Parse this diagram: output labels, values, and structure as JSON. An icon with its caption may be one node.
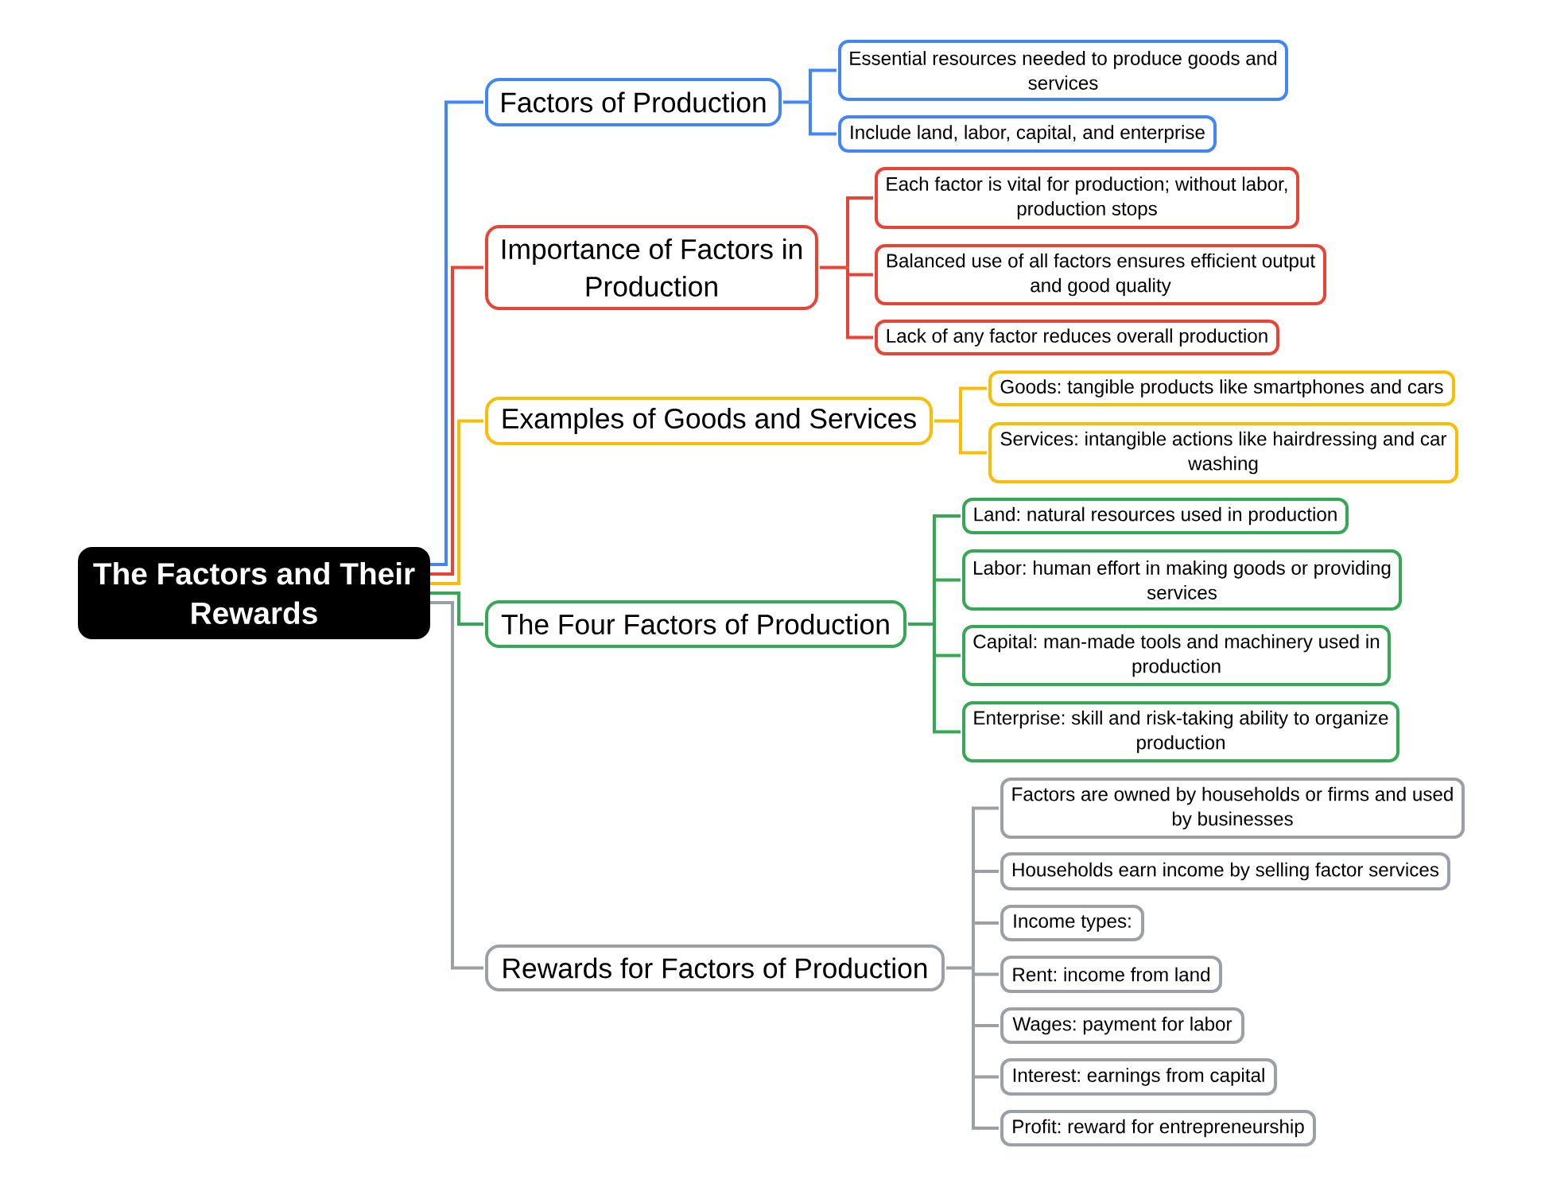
{
  "diagram": {
    "nodes": [
      {
        "text": [
          "The Factors and Their Rewards"
        ]
      },
      {
        "text": [
          "Factors of Production"
        ]
      },
      {
        "text": [
          "Essential resources needed to produce goods and services"
        ]
      },
      {
        "text": [
          "Include land, labor, capital, and enterprise"
        ]
      },
      {
        "text": [
          "Importance of Factors in Production"
        ]
      },
      {
        "text": [
          "Each factor is vital for production; without labor, production stops"
        ]
      },
      {
        "text": [
          "Balanced use of all factors ensures efficient output and good quality"
        ]
      },
      {
        "text": [
          "Lack of any factor reduces overall production"
        ]
      },
      {
        "text": [
          "Examples of Goods and Services"
        ]
      },
      {
        "text": [
          "Goods: tangible products like smartphones and cars"
        ]
      },
      {
        "text": [
          "Services: intangible actions like hairdressing and car washing"
        ]
      },
      {
        "text": [
          "The Four Factors of Production"
        ]
      },
      {
        "text": [
          "Land: natural resources used in production"
        ]
      },
      {
        "text": [
          "Labor: human effort in making goods or providing services"
        ]
      },
      {
        "text": [
          "Capital: man-made tools and machinery used in production"
        ]
      },
      {
        "text": [
          "Enterprise: skill and risk-taking ability to organize production"
        ]
      },
      {
        "text": [
          "Rewards for Factors of Production"
        ]
      },
      {
        "text": [
          "Factors are owned by households or firms and used by businesses"
        ]
      },
      {
        "text": [
          "Households earn income by selling factor services"
        ]
      },
      {
        "text": [
          "Income types:"
        ]
      },
      {
        "text": [
          "Rent: income from land"
        ]
      },
      {
        "text": [
          "Wages: payment for labor"
        ]
      },
      {
        "text": [
          "Interest: earnings from capital"
        ]
      },
      {
        "text": [
          "Profit: reward for entrepreneurship"
        ]
      }
    ],
    "edges": [
      {
        "from": 0,
        "to": 1,
        "arrow": "none",
        "color": "#4285f4"
      },
      {
        "from": 1,
        "to": 2,
        "arrow": "none",
        "color": "#4285f4"
      },
      {
        "from": 1,
        "to": 3,
        "arrow": "none",
        "color": "#4285f4"
      },
      {
        "from": 0,
        "to": 4,
        "arrow": "none",
        "color": "#ea4335"
      },
      {
        "from": 4,
        "to": 5,
        "arrow": "none",
        "color": "#ea4335"
      },
      {
        "from": 4,
        "to": 6,
        "arrow": "none",
        "color": "#ea4335"
      },
      {
        "from": 4,
        "to": 7,
        "arrow": "none",
        "color": "#ea4335"
      },
      {
        "from": 0,
        "to": 8,
        "arrow": "none",
        "color": "#fbbc05"
      },
      {
        "from": 8,
        "to": 9,
        "arrow": "none",
        "color": "#fbbc05"
      },
      {
        "from": 8,
        "to": 10,
        "arrow": "none",
        "color": "#fbbc05"
      },
      {
        "from": 0,
        "to": 11,
        "arrow": "none",
        "color": "#34a853"
      },
      {
        "from": 11,
        "to": 12,
        "arrow": "none",
        "color": "#34a853"
      },
      {
        "from": 11,
        "to": 13,
        "arrow": "none",
        "color": "#34a853"
      },
      {
        "from": 11,
        "to": 14,
        "arrow": "none",
        "color": "#34a853"
      },
      {
        "from": 11,
        "to": 15,
        "arrow": "none",
        "color": "#34a853"
      },
      {
        "from": 0,
        "to": 16,
        "arrow": "none",
        "color": "#9aa0a6"
      },
      {
        "from": 16,
        "to": 17,
        "arrow": "none",
        "color": "#9aa0a6"
      },
      {
        "from": 16,
        "to": 18,
        "arrow": "none",
        "color": "#9aa0a6"
      },
      {
        "from": 16,
        "to": 19,
        "arrow": "none",
        "color": "#9aa0a6"
      },
      {
        "from": 16,
        "to": 20,
        "arrow": "none",
        "color": "#9aa0a6"
      },
      {
        "from": 16,
        "to": 21,
        "arrow": "none",
        "color": "#9aa0a6"
      },
      {
        "from": 16,
        "to": 22,
        "arrow": "none",
        "color": "#9aa0a6"
      },
      {
        "from": 16,
        "to": 23,
        "arrow": "none",
        "color": "#9aa0a6"
      }
    ]
  }
}
